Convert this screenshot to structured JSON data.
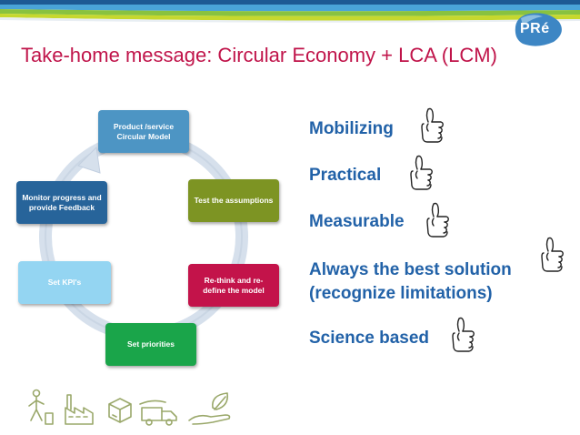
{
  "slide": {
    "title": "Take-home message: Circular Economy + LCA (LCM)"
  },
  "logo": {
    "text": "PRé"
  },
  "cycle": {
    "steps": [
      {
        "label": "Product /service\nCircular Model"
      },
      {
        "label": "Test the  assumptions"
      },
      {
        "label": "Re-think and  re-\ndefine the  model"
      },
      {
        "label": "Set priorities"
      },
      {
        "label": "Set KPI's"
      },
      {
        "label": "Monitor progress and\nprovide  Feedback"
      }
    ]
  },
  "messages": [
    "Mobilizing",
    "Practical",
    "Measurable",
    "Always the best solution",
    "(recognize limitations)",
    "Science based"
  ],
  "icons": {
    "thumbs": "thumbs-up-icon",
    "bottom": [
      "person-recycling-icon",
      "factory-icon",
      "boxes-icon",
      "truck-icon",
      "hand-leaf-icon"
    ]
  },
  "colors": {
    "title": "#c0144a",
    "messages": "#2262a8",
    "step_product": "#4d95c4",
    "step_test": "#7d9423",
    "step_rethink": "#c3134a",
    "step_priorities": "#1aa54a",
    "step_kpis": "#94d5f2",
    "step_monitor": "#27649a"
  }
}
